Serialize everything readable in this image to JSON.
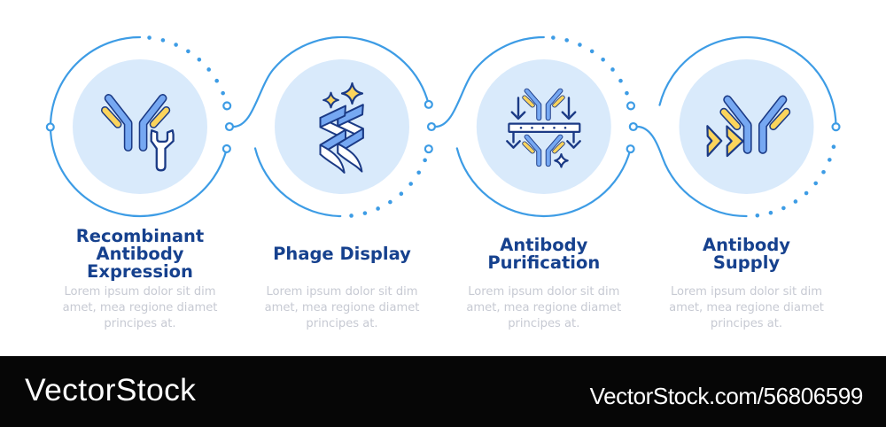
{
  "infographic": {
    "steps": [
      {
        "title_lines": [
          "Recombinant",
          "Antibody",
          "Expression"
        ],
        "description_lines": [
          "Lorem ipsum dolor sit dim",
          "amet, mea regione diamet",
          "principes at."
        ],
        "icon": "recombinant-antibody-expression-icon"
      },
      {
        "title_lines": [
          "Phage Display"
        ],
        "description_lines": [
          "Lorem ipsum dolor sit dim",
          "amet, mea regione diamet",
          "principes at."
        ],
        "icon": "phage-display-icon"
      },
      {
        "title_lines": [
          "Antibody",
          "Purification"
        ],
        "description_lines": [
          "Lorem ipsum dolor sit dim",
          "amet, mea regione diamet",
          "principes at."
        ],
        "icon": "antibody-purification-icon"
      },
      {
        "title_lines": [
          "Antibody",
          "Supply"
        ],
        "description_lines": [
          "Lorem ipsum dolor sit dim",
          "amet, mea regione diamet",
          "principes at."
        ],
        "icon": "antibody-supply-icon"
      }
    ],
    "colors": {
      "circle_fill": "#d9eafb",
      "arc_stroke": "#3d9ce5",
      "icon_blue": "#76a8f2",
      "icon_yellow": "#fbd45c",
      "icon_outline": "#1b3a85",
      "title_color": "#16418e",
      "description_color": "#c7cad3",
      "footer_background": "#060606"
    }
  },
  "footer": {
    "brand": "VectorStock",
    "credit": "VectorStock.com/56806599"
  }
}
